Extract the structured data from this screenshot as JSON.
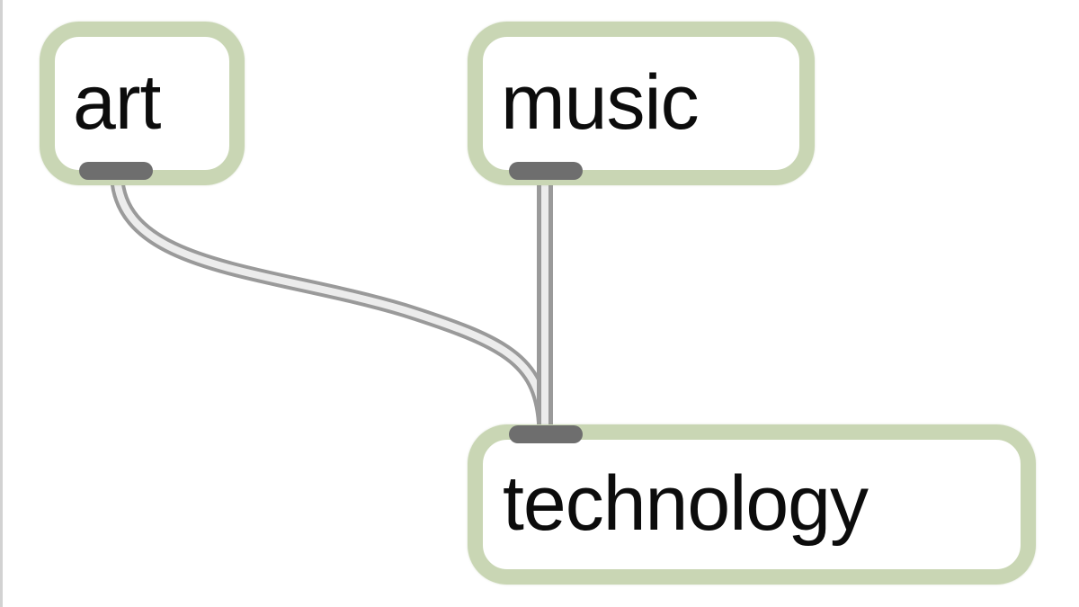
{
  "boxes": {
    "art": {
      "label": "art"
    },
    "music": {
      "label": "music"
    },
    "technology": {
      "label": "technology"
    }
  },
  "connections": [
    {
      "from": "art",
      "to": "technology"
    },
    {
      "from": "music",
      "to": "technology"
    }
  ],
  "colors": {
    "box_border": "#c9d6b4",
    "box_fill": "#ffffff",
    "port": "#6e6e6e",
    "cord_outline": "#9a9a9a",
    "cord_fill": "#ececec",
    "text": "#0c0c0c"
  }
}
